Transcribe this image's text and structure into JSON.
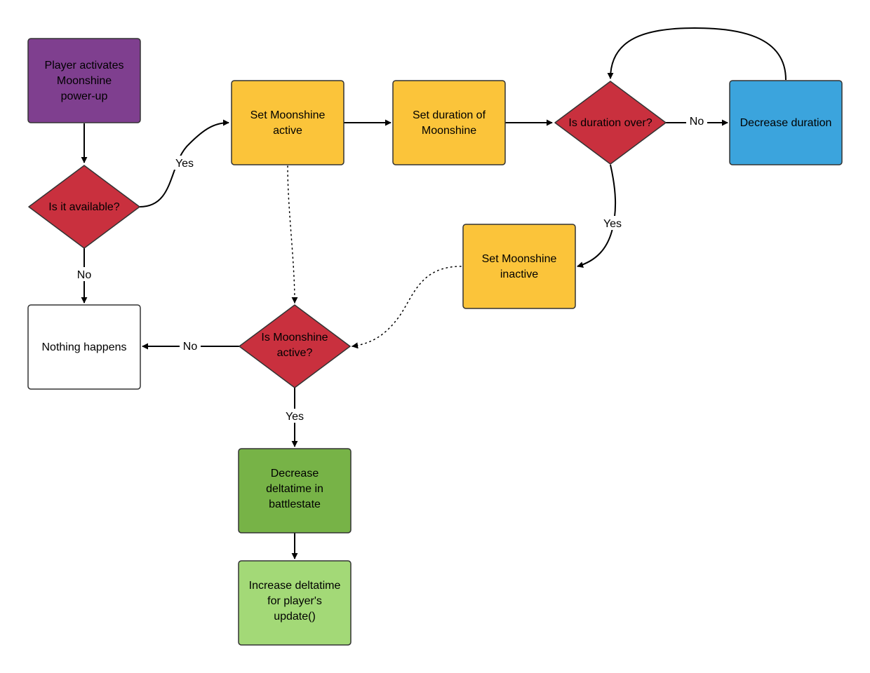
{
  "colors": {
    "purple": "#7f3f8f",
    "red": "#c9303e",
    "yellow": "#fbc43a",
    "blue": "#3ba4dd",
    "green_dark": "#77b347",
    "green_light": "#a3d977",
    "white": "#ffffff",
    "line": "#000000"
  },
  "nodes": {
    "player_activates": {
      "lines": [
        "Player activates",
        "Moonshine",
        "power-up"
      ],
      "color": "purple"
    },
    "is_available": {
      "lines": [
        "Is it available?"
      ],
      "color": "red"
    },
    "set_active": {
      "lines": [
        "Set Moonshine",
        "active"
      ],
      "color": "yellow"
    },
    "set_duration": {
      "lines": [
        "Set duration of",
        "Moonshine"
      ],
      "color": "yellow"
    },
    "is_duration_over": {
      "lines": [
        "Is duration over?"
      ],
      "color": "red"
    },
    "decrease_duration": {
      "lines": [
        "Decrease duration"
      ],
      "color": "blue"
    },
    "set_inactive": {
      "lines": [
        "Set Moonshine",
        "inactive"
      ],
      "color": "yellow"
    },
    "nothing_happens": {
      "lines": [
        "Nothing happens"
      ],
      "color": "white"
    },
    "is_moonshine_active": {
      "lines": [
        "Is Moonshine",
        "active?"
      ],
      "color": "red"
    },
    "decrease_deltatime": {
      "lines": [
        "Decrease",
        "deltatime in",
        "battlestate"
      ],
      "color": "green_dark"
    },
    "increase_deltatime": {
      "lines": [
        "Increase deltatime",
        "for player's",
        "update()"
      ],
      "color": "green_light"
    }
  },
  "edges": {
    "available_yes": "Yes",
    "available_no": "No",
    "duration_no": "No",
    "duration_yes": "Yes",
    "active_no": "No",
    "active_yes": "Yes"
  }
}
